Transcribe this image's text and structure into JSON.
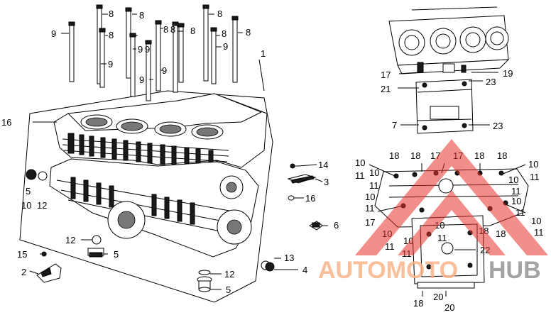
{
  "labels": {
    "bolts": {
      "8": "8",
      "9": "9",
      "1": "1"
    },
    "left": {
      "16": "16",
      "5": "5",
      "10": "10",
      "12": "12",
      "15": "15",
      "2": "2",
      "13": "13",
      "4": "4"
    },
    "middle": {
      "14": "14",
      "3": "3",
      "16": "16",
      "6": "6"
    },
    "right": {
      "17": "17",
      "19": "19",
      "21": "21",
      "23": "23",
      "7": "7",
      "18": "18",
      "10": "10",
      "11": "11",
      "22": "22",
      "20": "20"
    }
  },
  "watermark": {
    "part1": "AUTOMOTO",
    "part2": "HUB",
    "accent": "#e8322a",
    "orange": "#f39a5c",
    "grey": "#9a9a9a"
  }
}
